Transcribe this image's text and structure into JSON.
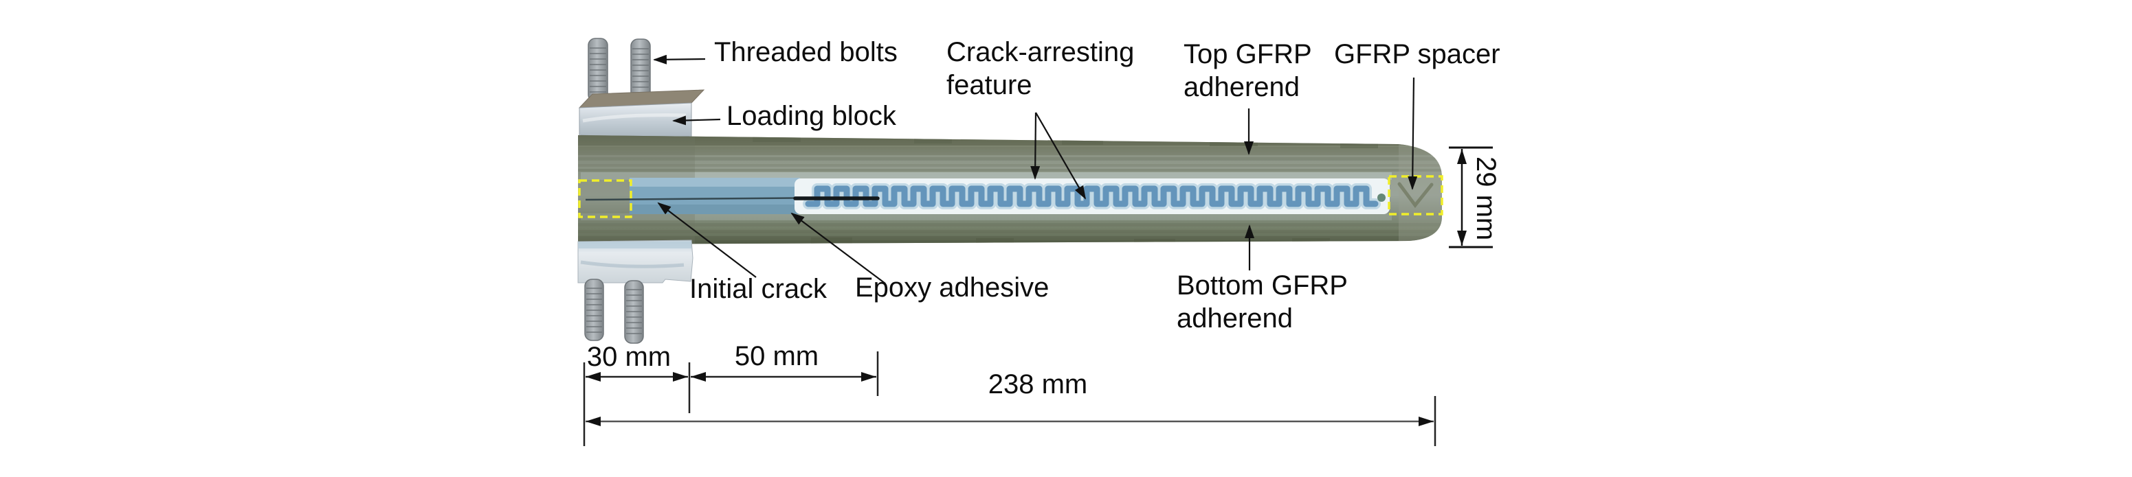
{
  "figure": {
    "type": "annotated-specimen-photograph",
    "labels": {
      "threaded_bolts": "Threaded bolts",
      "loading_block": "Loading block",
      "crack_arresting_line1": "Crack-arresting",
      "crack_arresting_line2": "feature",
      "top_adherend_line1": "Top GFRP",
      "top_adherend_line2": "adherend",
      "gfrp_spacer": "GFRP spacer",
      "initial_crack": "Initial crack",
      "epoxy_adhesive": "Epoxy adhesive",
      "bottom_adherend_line1": "Bottom GFRP",
      "bottom_adherend_line2": "adherend"
    },
    "dimensions": {
      "block_width": "30 mm",
      "initial_crack_length": "50 mm",
      "total_length": "238 mm",
      "specimen_height": "29 mm"
    },
    "colors": {
      "gfrp_adherend": "#8d9585",
      "adhesive_blue": "#7ea7bf",
      "epoxy_band_white": "#eef4f6",
      "serpentine_blue": "#6495bb",
      "highlight_dashed_yellow": "#f0ee2a",
      "metal_block": "#c9d1d8",
      "annotation_black": "#111111"
    }
  }
}
